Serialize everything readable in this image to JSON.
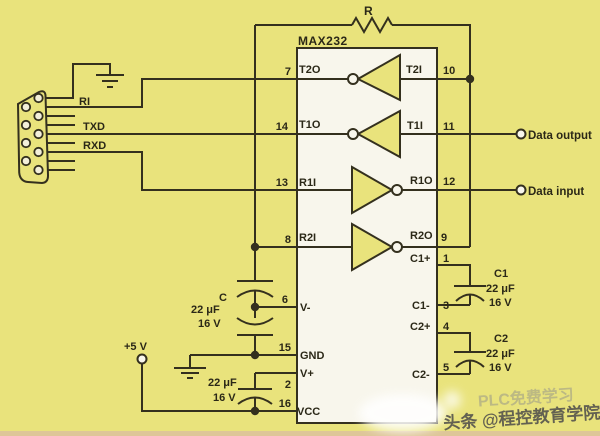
{
  "ic": {
    "name": "MAX232"
  },
  "resistor": {
    "label": "R"
  },
  "power": {
    "supply": "+5 V"
  },
  "connector": {
    "ri": "RI",
    "txd": "TXD",
    "rxd": "RXD"
  },
  "io": {
    "output": "Data output",
    "input": "Data input"
  },
  "pins": {
    "n7": "7",
    "n14": "14",
    "n13": "13",
    "n8": "8",
    "n10": "10",
    "n11": "11",
    "n12": "12",
    "n9": "9",
    "n6": "6",
    "n15": "15",
    "n2": "2",
    "n16": "16",
    "n1": "1",
    "n3": "3",
    "n4": "4",
    "n5": "5"
  },
  "ic_labels": {
    "t2o": "T2O",
    "t1o": "T1O",
    "r1i": "R1I",
    "r2i": "R2I",
    "t2i": "T2I",
    "t1i": "T1I",
    "r1o": "R1O",
    "r2o": "R2O",
    "v_minus": "V-",
    "gnd": "GND",
    "v_plus": "V+",
    "vcc": "VCC",
    "c1_plus": "C1+",
    "c1_minus": "C1-",
    "c2_plus": "C2+",
    "c2_minus": "C2-"
  },
  "capacitors": {
    "c": {
      "name": "C",
      "value": "22 μF",
      "voltage": "16 V"
    },
    "c_vcc": {
      "value": "22 μF",
      "voltage": "16 V"
    },
    "c1": {
      "name": "C1",
      "value": "22 μF",
      "voltage": "16 V"
    },
    "c2": {
      "name": "C2",
      "value": "22 μF",
      "voltage": "16 V"
    }
  },
  "watermark": {
    "ghost": "PLC免费学习",
    "main": "头条 @程控教育学院"
  },
  "colors": {
    "background": "#e9e37c",
    "line": "#34301e",
    "ic_fill": "#f8f6ec",
    "watermark": "#55544d"
  }
}
